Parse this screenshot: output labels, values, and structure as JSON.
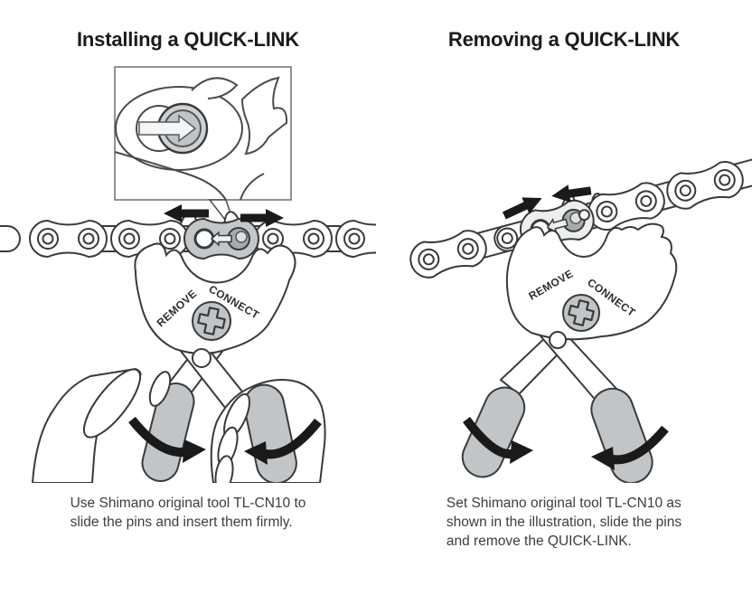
{
  "panels": [
    {
      "id": "install",
      "title": "Installing a QUICK-LINK",
      "caption": "Use Shimano original tool TL-CN10 to\nslide the pins and insert them firmly.",
      "tool_labels": {
        "remove": "REMOVE",
        "connect": "CONNECT"
      }
    },
    {
      "id": "remove",
      "title": "Removing a QUICK-LINK",
      "caption": "Set Shimano original tool TL-CN10 as\nshown in the illustration, slide the pins\nand remove the QUICK-LINK.",
      "tool_labels": {
        "remove": "REMOVE",
        "connect": "CONNECT"
      }
    }
  ],
  "colors": {
    "background": "#ffffff",
    "line": "#3a3a3a",
    "tool_gray": "#c1c5c7",
    "pin_gray": "#a7abad",
    "arrow_black": "#1a1a1a",
    "title_text": "#1b1b1b",
    "caption_text": "#3d3d3d"
  }
}
